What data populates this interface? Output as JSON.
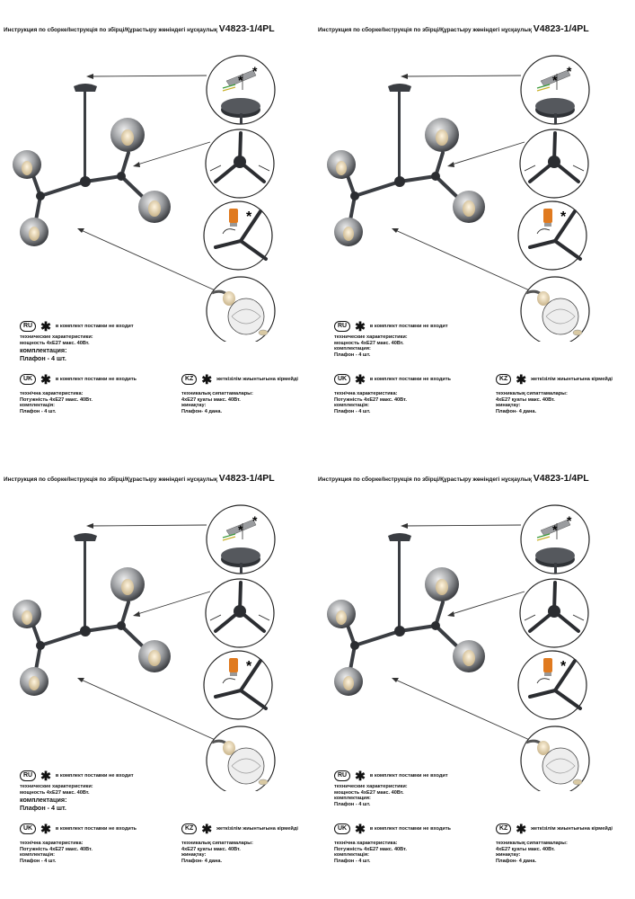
{
  "panels": [
    {
      "id": "p1"
    },
    {
      "id": "p2"
    },
    {
      "id": "p3"
    },
    {
      "id": "p4"
    }
  ],
  "header": {
    "instruction": "Инструкция по сборке/Інструкція по збірці/Құрастыру жөніндегі нұсқаулық",
    "model": "V4823-1/4PL"
  },
  "ru": {
    "badge": "RU",
    "note": "в комплект поставки не входит",
    "spec_title": "технические характеристики:",
    "spec_power": "мощность 4хЕ27 макс. 40Вт.",
    "kit_title": "комплектация:",
    "kit_item": "Плафон - 4 шт."
  },
  "uk": {
    "badge": "UK",
    "note": "в комплект поставки не входить",
    "spec_title": "технічна характеристика:",
    "spec_power": "Потужність 4хЕ27 макс. 40Вт.",
    "kit_title": "комплектація:",
    "kit_item": "Плафон - 4 шт."
  },
  "kz": {
    "badge": "KZ",
    "note": "жеткізілім жиынтығына кірмейді",
    "spec_title": "техникалық сипаттамалары:",
    "spec_power": "4хЕ27 қуаты макс. 40Вт.",
    "kit_title": "жинақтау:",
    "kit_item": "Плафон- 4 дана."
  },
  "icons": {
    "star": "asterisk-icon",
    "colors": {
      "lamp": "#3a3d42",
      "glass": "#8a8d90",
      "bulb": "#d9c9a3",
      "orange": "#e07a1f"
    }
  }
}
